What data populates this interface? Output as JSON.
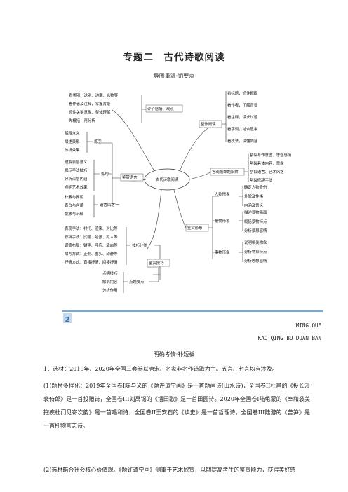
{
  "title": "专题二　古代诗歌阅读",
  "subtitle": "导图重温·钥要点",
  "mindmap": {
    "center": "古代诗歌阅读",
    "b1": {
      "label": "评价感情、观点",
      "items": [
        "看类别：送别、边塞、咏物等",
        "看作者及注释，掌握背景",
        "抓住关键意象、整体理解",
        "先概括，再分析"
      ]
    },
    "b2": {
      "label": "整体阅读",
      "items": [
        "看标题，抓住题眼",
        "看作者，了解背景",
        "看注释，读求试题",
        "看字词，结合意象",
        "看技法，读懂内涵"
      ]
    },
    "b3": {
      "label": "炼字",
      "items": [
        "解释含义",
        "描述景象",
        "分析效果"
      ]
    },
    "b4": {
      "label": "炼句",
      "items": [
        "理解表层意义",
        "揭示手法技巧",
        "分析深层内涵",
        "点明艺术效果"
      ]
    },
    "b5": {
      "label": "鉴赏语言"
    },
    "b6": {
      "label": "语言风格",
      "items": [
        "朴素与雅丽",
        "直白与含蓄",
        "豪放与沉郁"
      ]
    },
    "b7": {
      "label": "答观题命题陷阱",
      "items": [
        "割裂写作意图、思想感情",
        "割裂具体内容、意象",
        "割裂语言、艺术风格",
        "割裂修辞手法"
      ]
    },
    "b8": {
      "label": "人物形象",
      "items": [
        "确定人物身份",
        "外貌及性格",
        "内涵及意义"
      ]
    },
    "b9": {
      "label": "景物形象",
      "items": [
        "描述景物画面",
        "概括景物特点",
        "分析景思感情"
      ]
    },
    "b10": {
      "label": "事物形象",
      "items": [
        "说明相关物象",
        "分析物象特点",
        "分析思想感情"
      ]
    },
    "b11": {
      "label": "鉴赏形象"
    },
    "b12": {
      "label": "技巧分类",
      "items": [
        "表现手法：衬托、渲染、对比等",
        "修辞手法：比喻、夸张、拟人等",
        "谋篇布局：铺垫、呼应、承启等",
        "描写方式：正侧、虚实、动静等",
        "抒情方式：直接抒情、间接抒情"
      ]
    },
    "b13": {
      "label": "鉴赏技巧"
    },
    "b14": {
      "label": "点题要点",
      "items": [
        "点明技巧",
        "解说内容",
        "分析作用"
      ]
    }
  },
  "banner": {
    "number": "2",
    "pinyin_line1": "MING QUE",
    "pinyin_line2": "KAO QING BU DUAN BAN"
  },
  "section_title": "明确考情·补短板",
  "paragraphs": [
    "1．选材：2019年、2020年全国三套卷以唐宋、名家非名作诗歌为主。五言、七言均有涉及。",
    "(1)题材多样化：2019年全国卷Ⅰ陈与义的《题许道宁画》是一首题画诗(山水诗)，全国卷II杜甫的《投长沙裴侍郎》是一首投赠诗，全国卷III刘禹锡的《插田歌》是一首田园诗。2020年全国卷Ⅰ陆龟蒙的《奉和袭美抱疾杜门见寄次韵》是一首唱和诗，全国卷II王安石的《读史》是一首哲理诗，全国卷III陆游的《苦笋》是一首托物言志诗。",
    "(2)选材暗合社会核心价值观。《题许道宁画》侧重于艺术欣赏，以期提高考生的鉴赏能力，获得美好感"
  ]
}
